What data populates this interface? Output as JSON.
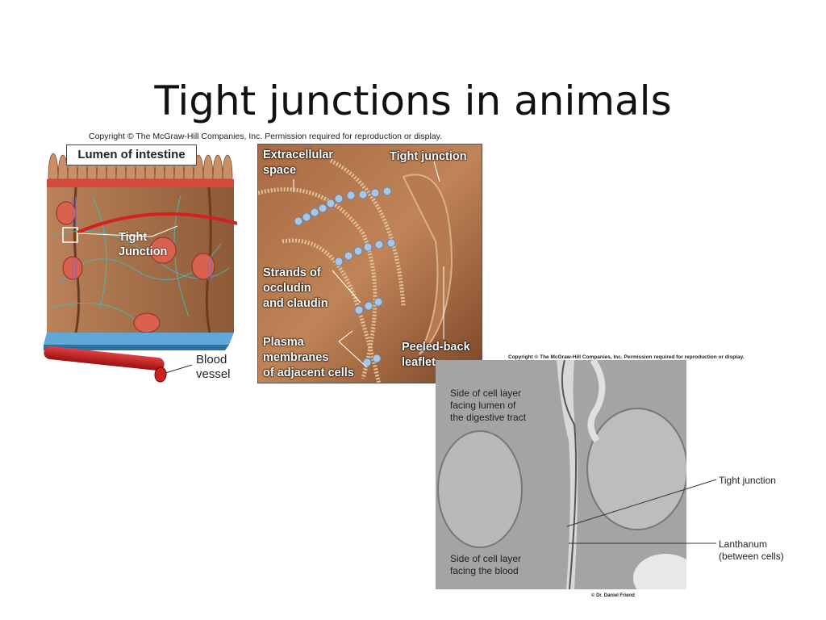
{
  "slide": {
    "title": "Tight junctions in animals"
  },
  "figure_left": {
    "copyright": "Copyright © The McGraw-Hill Companies, Inc. Permission required for reproduction or display.",
    "lumen_label": "Lumen of intestine",
    "tight_junction_label": "Tight\nJunction",
    "blood_vessel_label": "Blood\nvessel",
    "panel_labels": {
      "extracellular": "Extracellular\nspace",
      "tight_junction": "Tight junction",
      "strands": "Strands of\noccludin\nand claudin",
      "plasma": "Plasma\nmembranes\nof adjacent cells",
      "peeled": "Peeled-back\nleaflet"
    }
  },
  "figure_right": {
    "copyright": "Copyright © The McGraw-Hill Companies, Inc. Permission required for reproduction or display.",
    "lumen_side": "Side of cell layer\nfacing lumen of\nthe digestive tract",
    "blood_side": "Side of cell layer\nfacing the blood",
    "tight_junction": "Tight junction",
    "lanthanum": "Lanthanum\n(between cells)",
    "credit": "© Dr. Daniel Friend"
  }
}
